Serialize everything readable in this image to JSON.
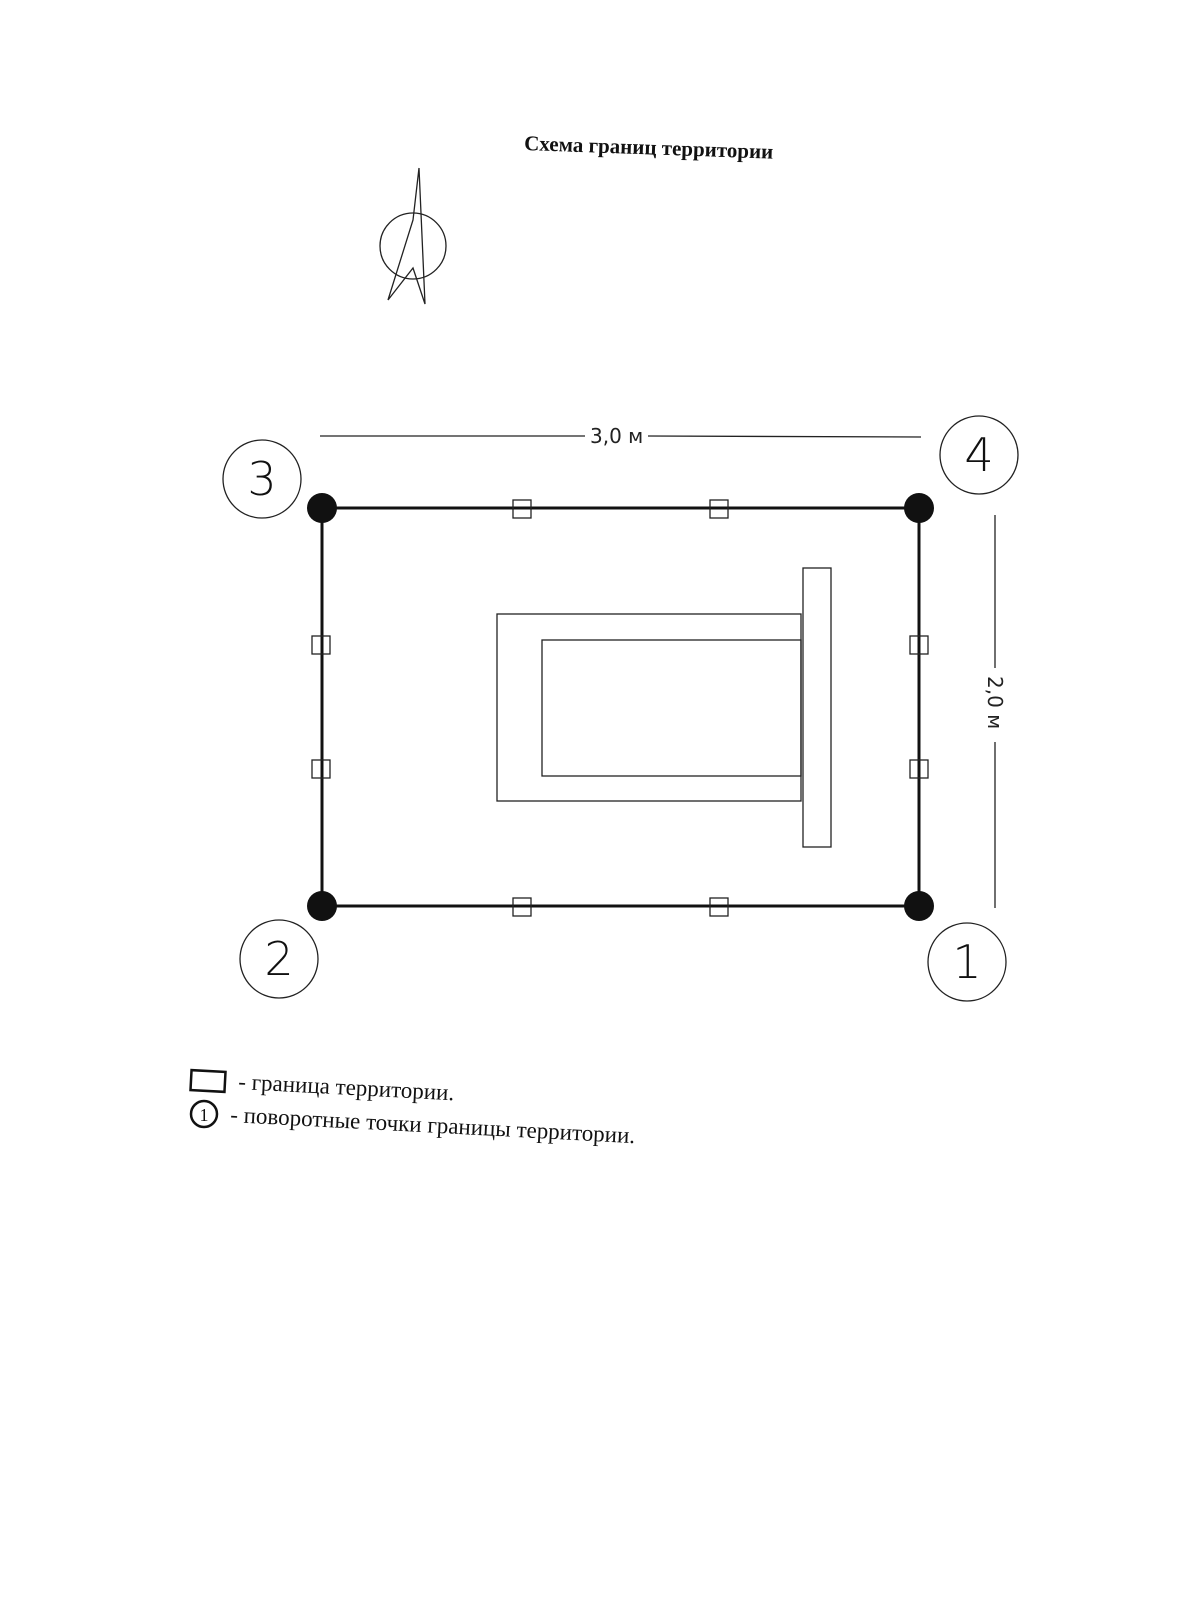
{
  "title": "Схема границ территории",
  "dimensions": {
    "width_label": "3,0  м",
    "height_label": "2,0  м"
  },
  "turning_points": [
    "3",
    "4",
    "2",
    "1"
  ],
  "legend": {
    "boundary_text": "- граница территории.",
    "points_text": "- поворотные точки границы территории.",
    "point_symbol_label": "1"
  },
  "icons": {
    "north_arrow": "north-arrow-icon",
    "boundary_marker": "square-marker-icon",
    "turning_point_marker": "circled-number-icon"
  }
}
